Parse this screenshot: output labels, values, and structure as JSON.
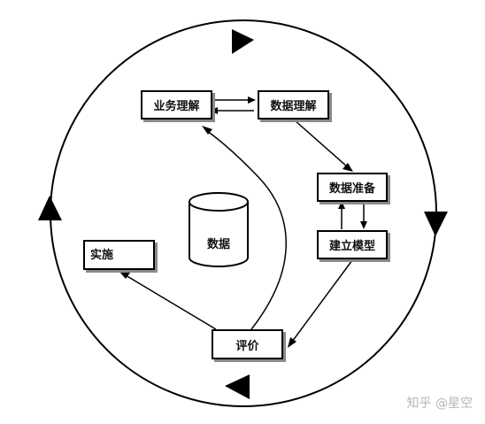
{
  "nodes": {
    "business_understanding": "业务理解",
    "data_understanding": "数据理解",
    "data_preparation": "数据准备",
    "modeling": "建立模型",
    "evaluation": "评价",
    "deployment": "实施",
    "data_store": "数据"
  },
  "watermark": "知乎 @星空"
}
